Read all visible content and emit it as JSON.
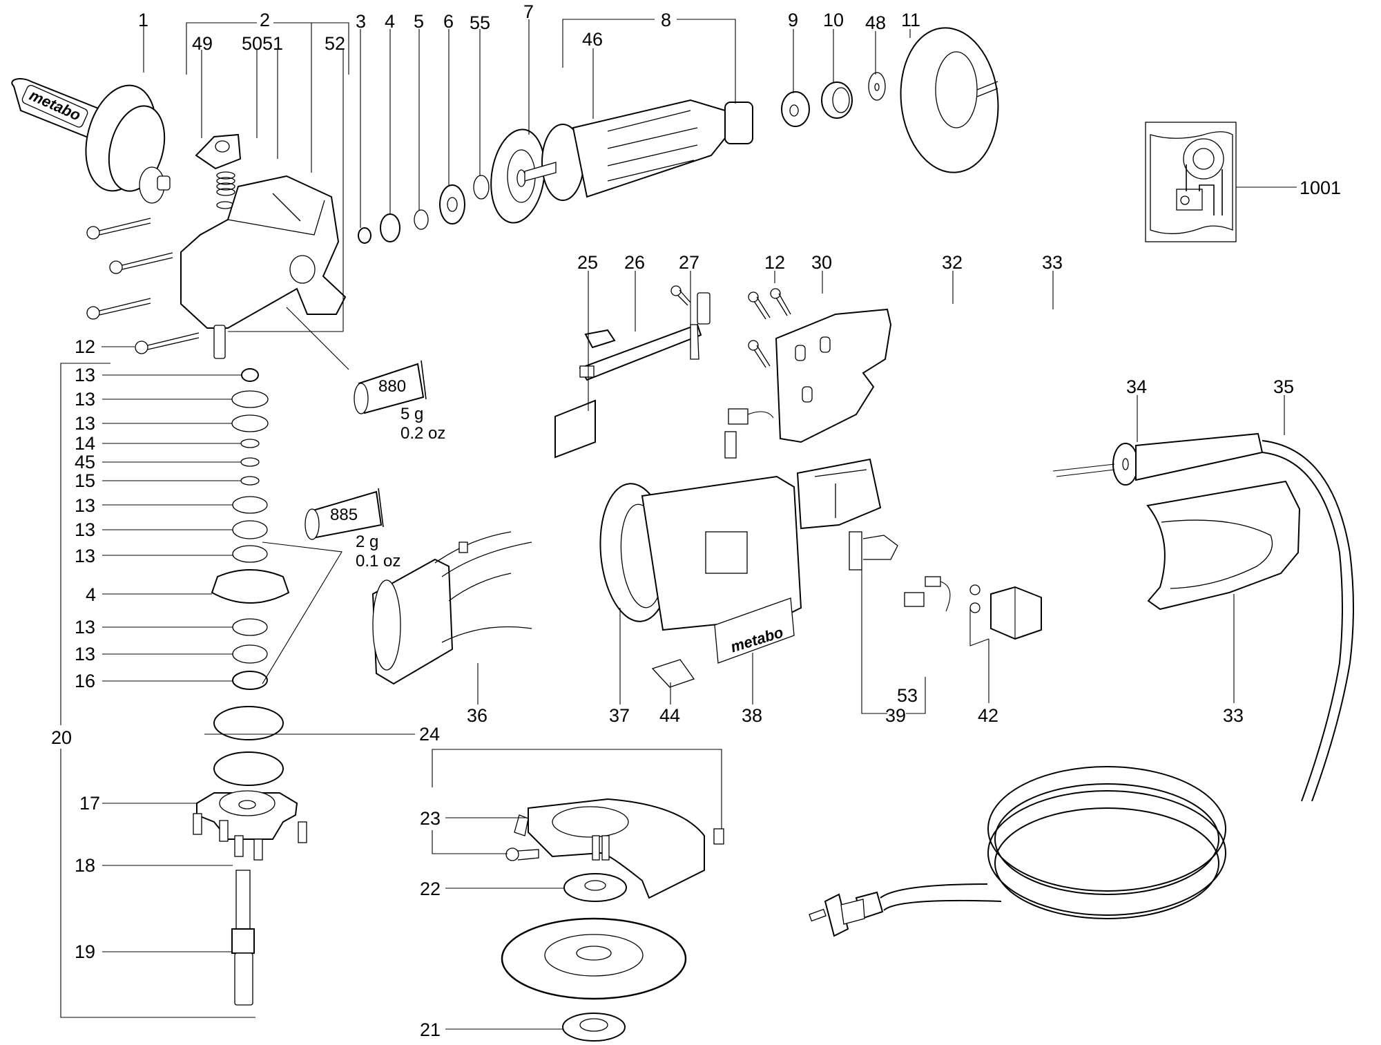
{
  "diagram": {
    "title": "Angle grinder exploded parts view",
    "brand": "metabo",
    "callouts": [
      {
        "id": "c1",
        "label": "1"
      },
      {
        "id": "c2",
        "label": "2"
      },
      {
        "id": "c49",
        "label": "49"
      },
      {
        "id": "c50",
        "label": "50"
      },
      {
        "id": "c51",
        "label": "51"
      },
      {
        "id": "c52",
        "label": "52"
      },
      {
        "id": "c3",
        "label": "3"
      },
      {
        "id": "c4top",
        "label": "4"
      },
      {
        "id": "c5",
        "label": "5"
      },
      {
        "id": "c6",
        "label": "6"
      },
      {
        "id": "c55",
        "label": "55"
      },
      {
        "id": "c7",
        "label": "7"
      },
      {
        "id": "c8",
        "label": "8"
      },
      {
        "id": "c46",
        "label": "46"
      },
      {
        "id": "c9",
        "label": "9"
      },
      {
        "id": "c10",
        "label": "10"
      },
      {
        "id": "c48",
        "label": "48"
      },
      {
        "id": "c11",
        "label": "11"
      },
      {
        "id": "c1001",
        "label": "1001"
      },
      {
        "id": "c25",
        "label": "25"
      },
      {
        "id": "c26",
        "label": "26"
      },
      {
        "id": "c27",
        "label": "27"
      },
      {
        "id": "c12mid",
        "label": "12"
      },
      {
        "id": "c30",
        "label": "30"
      },
      {
        "id": "c32",
        "label": "32"
      },
      {
        "id": "c33top",
        "label": "33"
      },
      {
        "id": "c34",
        "label": "34"
      },
      {
        "id": "c35",
        "label": "35"
      },
      {
        "id": "c12left",
        "label": "12"
      },
      {
        "id": "c13a",
        "label": "13"
      },
      {
        "id": "c13b",
        "label": "13"
      },
      {
        "id": "c13c",
        "label": "13"
      },
      {
        "id": "c14",
        "label": "14"
      },
      {
        "id": "c45",
        "label": "45"
      },
      {
        "id": "c15",
        "label": "15"
      },
      {
        "id": "c13d",
        "label": "13"
      },
      {
        "id": "c13e",
        "label": "13"
      },
      {
        "id": "c13f",
        "label": "13"
      },
      {
        "id": "c4left",
        "label": "4"
      },
      {
        "id": "c13g",
        "label": "13"
      },
      {
        "id": "c13h",
        "label": "13"
      },
      {
        "id": "c16",
        "label": "16"
      },
      {
        "id": "c20",
        "label": "20"
      },
      {
        "id": "c24",
        "label": "24"
      },
      {
        "id": "c17",
        "label": "17"
      },
      {
        "id": "c18",
        "label": "18"
      },
      {
        "id": "c19",
        "label": "19"
      },
      {
        "id": "c36",
        "label": "36"
      },
      {
        "id": "c37",
        "label": "37"
      },
      {
        "id": "c44",
        "label": "44"
      },
      {
        "id": "c38",
        "label": "38"
      },
      {
        "id": "c39",
        "label": "39"
      },
      {
        "id": "c53",
        "label": "53"
      },
      {
        "id": "c42",
        "label": "42"
      },
      {
        "id": "c33bot",
        "label": "33"
      },
      {
        "id": "c23",
        "label": "23"
      },
      {
        "id": "c22",
        "label": "22"
      },
      {
        "id": "c21",
        "label": "21"
      }
    ],
    "grease_tubes": [
      {
        "code": "880",
        "weight_metric": "5 g",
        "weight_imperial": "0.2 oz"
      },
      {
        "code": "885",
        "weight_metric": "2 g",
        "weight_imperial": "0.1 oz"
      }
    ]
  }
}
